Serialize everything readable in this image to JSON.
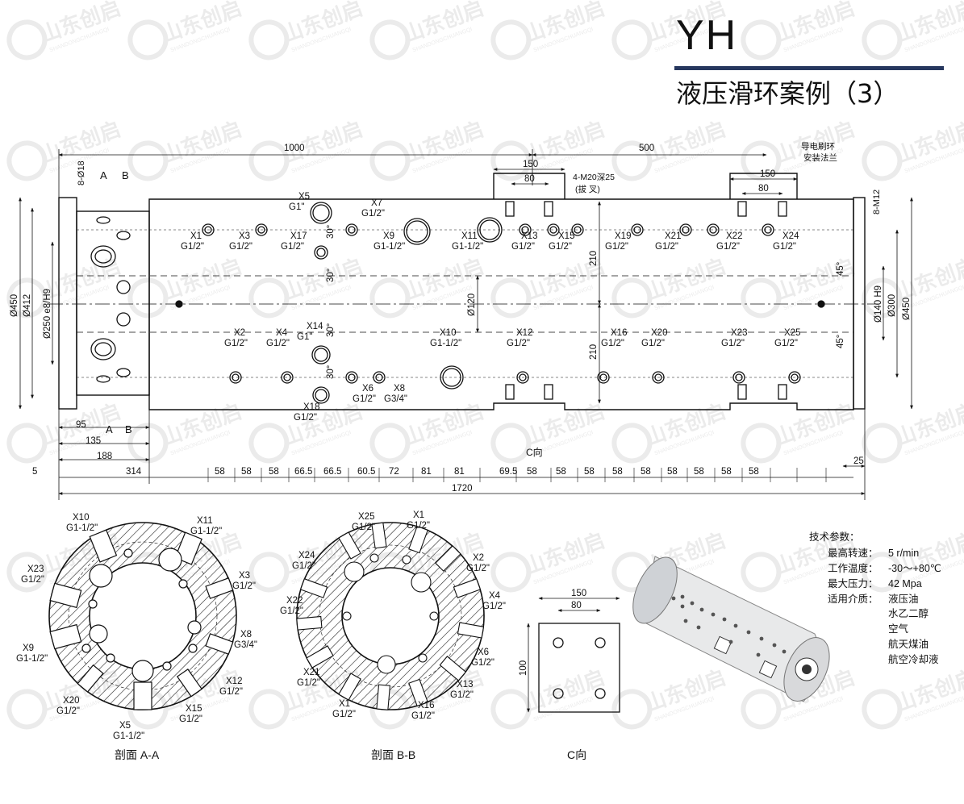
{
  "header": {
    "code": "YH",
    "title": "液压滑环案例（3）",
    "accent_color": "#26375e"
  },
  "watermark": {
    "text": "山东创启",
    "sub": "SHANDONGCHUANGQI"
  },
  "top_dims": {
    "d1000": "1000",
    "d500": "500",
    "d150": "150",
    "d80": "80",
    "d150r": "150",
    "d80r": "80",
    "m20": "4-M20深25",
    "m20b": "(拔  叉)",
    "hole8": "8-Ø18",
    "hole8r": "8-M12",
    "brush1": "导电刷环",
    "brush2": "安装法兰"
  },
  "section_marks": {
    "A": "A",
    "B": "B"
  },
  "left_dims": {
    "d450": "Ø450",
    "d412": "Ø412",
    "d250": "Ø250 e8/H9"
  },
  "right_dims": {
    "d140": "Ø140 H9",
    "d300": "Ø300",
    "d450": "Ø450",
    "a45a": "45°",
    "a45b": "45°"
  },
  "center_dims": {
    "d120": "Ø120",
    "d210a": "210",
    "d210b": "210",
    "a30a": "30°",
    "a30b": "30°",
    "a30c": "30°",
    "a30d": "30°"
  },
  "ports_top": [
    {
      "n": "X5",
      "s": "G1\""
    },
    {
      "n": "X7",
      "s": "G1/2\""
    },
    {
      "n": "X1",
      "s": "G1/2\""
    },
    {
      "n": "X3",
      "s": "G1/2\""
    },
    {
      "n": "X17",
      "s": "G1/2\""
    },
    {
      "n": "X9",
      "s": "G1-1/2\""
    },
    {
      "n": "X11",
      "s": "G1-1/2\""
    },
    {
      "n": "X13",
      "s": "G1/2\""
    },
    {
      "n": "X15",
      "s": "G1/2\""
    },
    {
      "n": "X19",
      "s": "G1/2\""
    },
    {
      "n": "X21",
      "s": "G1/2\""
    },
    {
      "n": "X22",
      "s": "G1/2\""
    },
    {
      "n": "X24",
      "s": "G1/2\""
    }
  ],
  "ports_bottom": [
    {
      "n": "X14",
      "s": "G1\""
    },
    {
      "n": "X2",
      "s": "G1/2\""
    },
    {
      "n": "X4",
      "s": "G1/2\""
    },
    {
      "n": "X10",
      "s": "G1-1/2\""
    },
    {
      "n": "X12",
      "s": "G1/2\""
    },
    {
      "n": "X16",
      "s": "G1/2\""
    },
    {
      "n": "X20",
      "s": "G1/2\""
    },
    {
      "n": "X23",
      "s": "G1/2\""
    },
    {
      "n": "X25",
      "s": "G1/2\""
    },
    {
      "n": "X6",
      "s": "G1/2\""
    },
    {
      "n": "X8",
      "s": "G3/4\""
    },
    {
      "n": "X18",
      "s": "G1/2\""
    }
  ],
  "bottom_dims": {
    "d95": "95",
    "d135": "135",
    "d188": "188",
    "d5": "5",
    "d314": "314",
    "d1720": "1720",
    "d25": "25",
    "cdir": "C向",
    "chain": [
      "58",
      "58",
      "58",
      "66.5",
      "66.5",
      "60.5",
      "72",
      "81",
      "81",
      "69.5",
      "58",
      "58",
      "58",
      "58",
      "58",
      "58",
      "58",
      "58",
      "58"
    ]
  },
  "section_aa": {
    "caption": "剖面 A-A",
    "labels": [
      {
        "n": "X10",
        "s": "G1-1/2\""
      },
      {
        "n": "X11",
        "s": "G1-1/2\""
      },
      {
        "n": "X23",
        "s": "G1/2\""
      },
      {
        "n": "X3",
        "s": "G1/2\""
      },
      {
        "n": "X8",
        "s": "G3/4\""
      },
      {
        "n": "X9",
        "s": "G1-1/2\""
      },
      {
        "n": "X12",
        "s": "G1/2\""
      },
      {
        "n": "X20",
        "s": "G1/2\""
      },
      {
        "n": "X15",
        "s": "G1/2\""
      },
      {
        "n": "X5",
        "s": "G1-1/2\""
      }
    ]
  },
  "section_bb": {
    "caption": "剖面 B-B",
    "labels": [
      {
        "n": "X25",
        "s": "G1/2\""
      },
      {
        "n": "X1",
        "s": "G1/2\""
      },
      {
        "n": "X24",
        "s": "G1/2\""
      },
      {
        "n": "X2",
        "s": "G1/2\""
      },
      {
        "n": "X4",
        "s": "G1/2\""
      },
      {
        "n": "X22",
        "s": "G1/2\""
      },
      {
        "n": "X6",
        "s": "G1/2\""
      },
      {
        "n": "X21",
        "s": "G1/2\""
      },
      {
        "n": "X13",
        "s": "G1/2\""
      },
      {
        "n": "X1b",
        "s": "G1/2\""
      },
      {
        "n": "X16",
        "s": "G1/2\""
      }
    ]
  },
  "section_c": {
    "caption": "C向",
    "d150": "150",
    "d80": "80",
    "d100": "100"
  },
  "specs": {
    "heading": "技术参数：",
    "rows": [
      {
        "k": "最高转速：",
        "v": "5 r/min"
      },
      {
        "k": "工作温度：",
        "v": "-30～+80℃"
      },
      {
        "k": "最大压力：",
        "v": "42 Mpa"
      },
      {
        "k": "适用介质：",
        "v": "液压油"
      }
    ],
    "media_more": [
      "水乙二醇",
      "空气",
      "航天煤油",
      "航空冷却液"
    ]
  }
}
